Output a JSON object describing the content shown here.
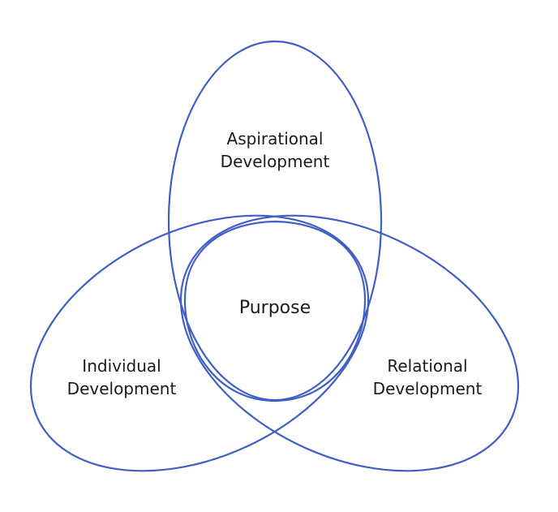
{
  "colors": {
    "stroke": "#3f5fc4",
    "text": "#1a1a1a",
    "background": "#ffffff"
  },
  "diagram": {
    "sets": [
      {
        "id": "aspirational",
        "line1": "Aspirational",
        "line2": "Development"
      },
      {
        "id": "individual",
        "line1": "Individual",
        "line2": "Development"
      },
      {
        "id": "relational",
        "line1": "Relational",
        "line2": "Development"
      }
    ],
    "center": "Purpose"
  }
}
